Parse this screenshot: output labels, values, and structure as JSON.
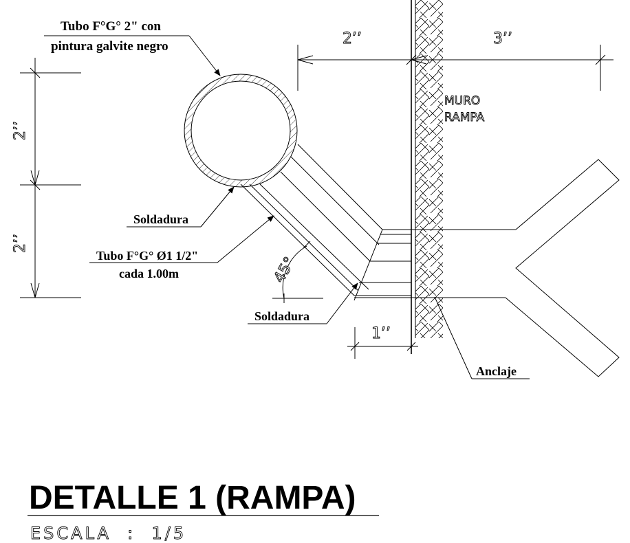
{
  "drawing": {
    "title": "DETALLE 1 (RAMPA)",
    "scale": "ESCALA  :  1/5",
    "labels": {
      "main_pipe_line1": "Tubo F°G° 2\" con",
      "main_pipe_line2": "pintura galvite negro",
      "weld_top": "Soldadura",
      "branch_pipe_line1": "Tubo F°G° Ø1 1/2\"",
      "branch_pipe_line2": "cada 1.00m",
      "weld_bottom": "Soldadura",
      "anchor": "Anclaje",
      "wall_line1": "MURO",
      "wall_line2": "RAMPA"
    },
    "dimensions": {
      "top_left": "2’’",
      "top_right": "3’’",
      "left_upper": "2’’",
      "left_lower": "2’’",
      "bottom": "1’’",
      "angle": "45°"
    }
  }
}
